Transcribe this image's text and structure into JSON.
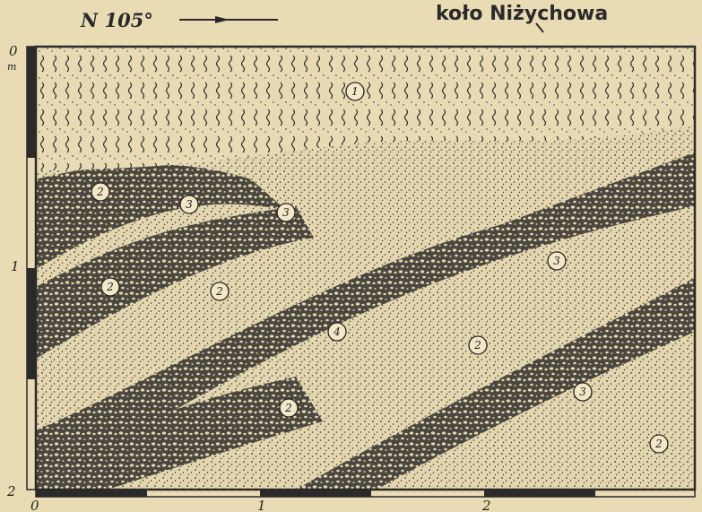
{
  "title": "koło Niżychowa",
  "orientation": "N 105°",
  "vertical_axis": {
    "unit": "m",
    "ticks": [
      "0",
      "1",
      "2"
    ]
  },
  "horizontal_axis": {
    "ticks": [
      "0",
      "1",
      "2"
    ]
  },
  "layer_markers": [
    "1",
    "2",
    "3",
    "3",
    "2",
    "2",
    "3",
    "4",
    "2",
    "2",
    "3",
    "2"
  ],
  "colors": {
    "paper": "#e9dcb5",
    "ink": "#2b2b2b",
    "light_layer": "#ddd0a8"
  }
}
